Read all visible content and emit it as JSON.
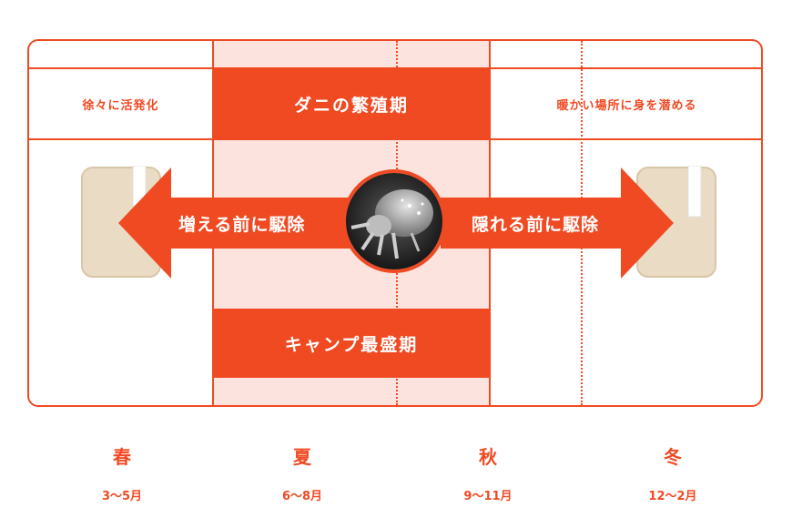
{
  "top_labels": {
    "spring": "徐々に活発化",
    "summer": "ダニの繁殖期",
    "autumn_winter": "暖かい場所に身を潜める"
  },
  "arrows": {
    "left": "増える前に駆除",
    "right": "隠れる前に駆除"
  },
  "bottom_block": "キャンプ最盛期",
  "seasons": [
    {
      "name": "春",
      "months": "3～5月"
    },
    {
      "name": "夏",
      "months": "6～8月"
    },
    {
      "name": "秋",
      "months": "9～11月"
    },
    {
      "name": "冬",
      "months": "12～2月"
    }
  ],
  "colors": {
    "accent": "#f04a23",
    "band": "#fde3dd",
    "cloth": "#eadcc4"
  },
  "icons": {
    "left_image": "cleaning-cloth",
    "right_image": "cleaning-cloth",
    "center_image": "dust-mite-photo"
  }
}
